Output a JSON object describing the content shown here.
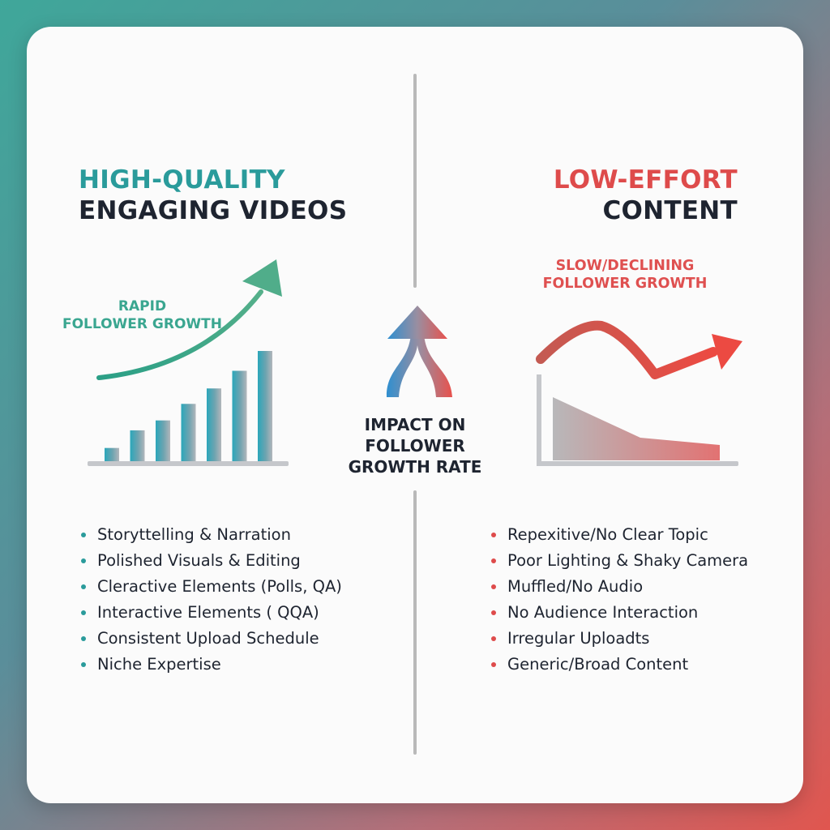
{
  "left": {
    "heading_line1": "HIGH-QUALITY",
    "heading_line2": "ENGAGING VIDEOS",
    "growth_line1": "RAPID",
    "growth_line2": "FOLLOWER GROWTH",
    "bars": [
      0.12,
      0.28,
      0.37,
      0.52,
      0.66,
      0.82,
      1.0
    ],
    "items": [
      "Storyttelling & Narration",
      "Polished Visuals & Editing",
      "Cleractive Elements (Polls, QA)",
      "Interactive Elements ( QQA)",
      "Consistent Upload Schedule",
      "Niche Expertise"
    ]
  },
  "center": {
    "line1": "IMPACT ON",
    "line2": "FOLLOWER",
    "line3": "GROWTH RATE"
  },
  "right": {
    "heading_line1": "LOW-EFFORT",
    "heading_line2": "CONTENT",
    "growth_line1": "SLOW/DECLINING",
    "growth_line2": "FOLLOWER GROWTH",
    "items": [
      "Repexitive/No Clear Topic",
      "Poor Lighting & Shaky Camera",
      "Muffled/No Audio",
      "No Audience Interaction",
      "Irregular Uploadts",
      "Generic/Broad Content"
    ]
  },
  "colors": {
    "teal": "#2a9b9b",
    "red": "#de4b4b",
    "dark_text": "#1e2430"
  }
}
